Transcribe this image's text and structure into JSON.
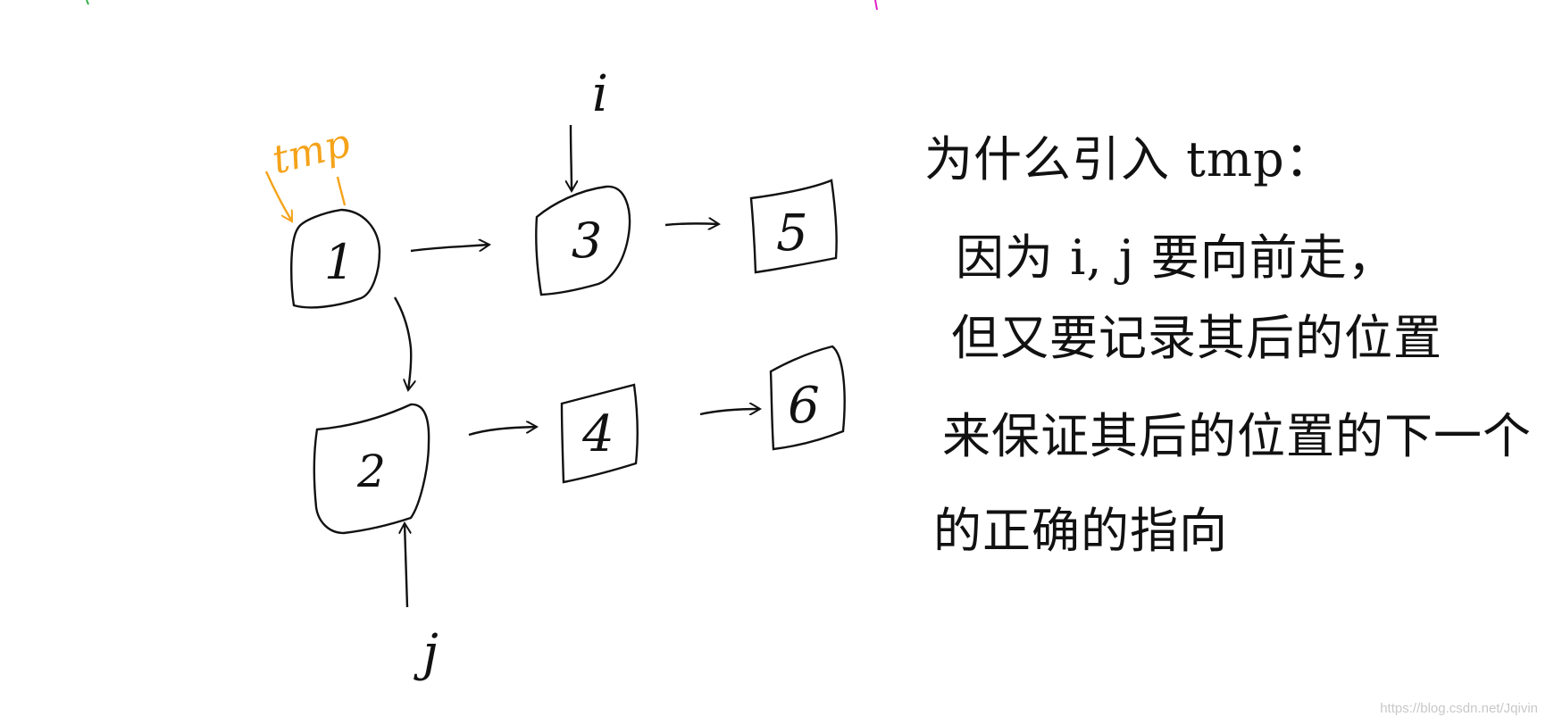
{
  "nodes": [
    {
      "id": "1",
      "label": "1"
    },
    {
      "id": "2",
      "label": "2"
    },
    {
      "id": "3",
      "label": "3"
    },
    {
      "id": "4",
      "label": "4"
    },
    {
      "id": "5",
      "label": "5"
    },
    {
      "id": "6",
      "label": "6"
    }
  ],
  "pointers": {
    "tmp": "tmp",
    "i": "i",
    "j": "j"
  },
  "colors": {
    "ink": "#111111",
    "tmp": "#f5a31a",
    "top_green": "#31b24a",
    "top_magenta": "#e020c8"
  },
  "note": {
    "lines": [
      "为什么引入 tmp：",
      "因为 i, j 要向前走，",
      "但又要记录其后的位置",
      "来保证其后的位置的下一个",
      "的正确的指向"
    ]
  },
  "watermark": "https://blog.csdn.net/Jqivin"
}
